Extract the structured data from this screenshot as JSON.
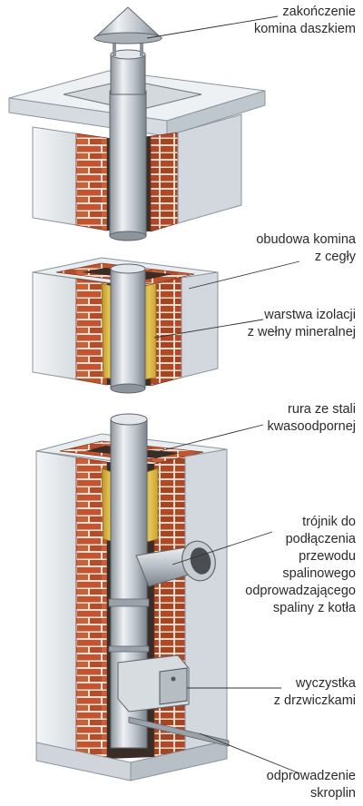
{
  "diagram": {
    "colors": {
      "brick": "#c4532e",
      "brick_light": "#d9693f",
      "mortar": "#efe4da",
      "concrete": "#e7ebee",
      "concrete_shade": "#c9d0d6",
      "steel": "#c4c9cf",
      "steel_dark": "#7d858e",
      "insulation": "#d9b83f",
      "leader": "#333333"
    },
    "labels": {
      "cap": [
        "zakończenie",
        "komina daszkiem"
      ],
      "casing": [
        "obudowa komina",
        "z cegły"
      ],
      "insulation": [
        "warstwa izolacji",
        "z wełny mineralnej"
      ],
      "pipe": [
        "rura ze stali",
        "kwasoodpornej"
      ],
      "tee": [
        "trójnik do",
        "podłączenia",
        "przewodu",
        "spalinowego",
        "odprowadzającego",
        "spaliny z kotła"
      ],
      "cleanout": [
        "wyczystka",
        "z drzwiczkami"
      ],
      "drain": [
        "odprowadzenie",
        "skroplin"
      ]
    }
  }
}
